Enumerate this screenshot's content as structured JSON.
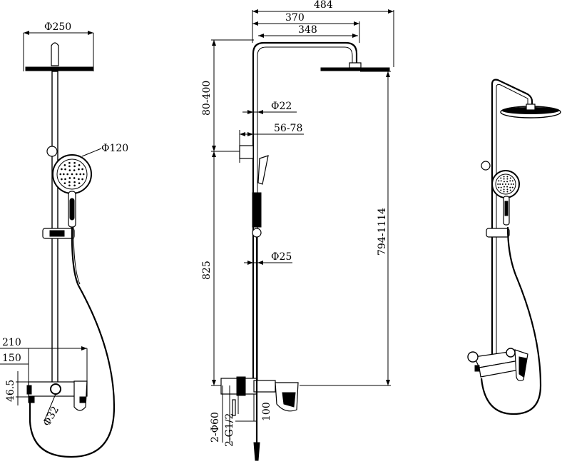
{
  "front_view": {
    "dims": {
      "head_diameter": "Φ250",
      "hand_shower_diameter": "Φ120",
      "width_outer": "210",
      "width_inner": "150",
      "height_valve": "46.5",
      "knob_diameter": "Φ32"
    }
  },
  "side_view": {
    "dims": {
      "total_width": "484",
      "arm_length": "370",
      "arm_inner": "348",
      "upper_height": "80-400",
      "upper_pipe_diameter": "Φ22",
      "bracket_offset": "56-78",
      "lower_pipe_diameter": "Φ25",
      "lower_height": "825",
      "total_height": "794-1114",
      "valve_height": "100",
      "inlet_diameter": "2-Φ60",
      "inlet_thread": "2-G1/2"
    }
  },
  "colors": {
    "line": "#000000",
    "background": "#ffffff"
  }
}
